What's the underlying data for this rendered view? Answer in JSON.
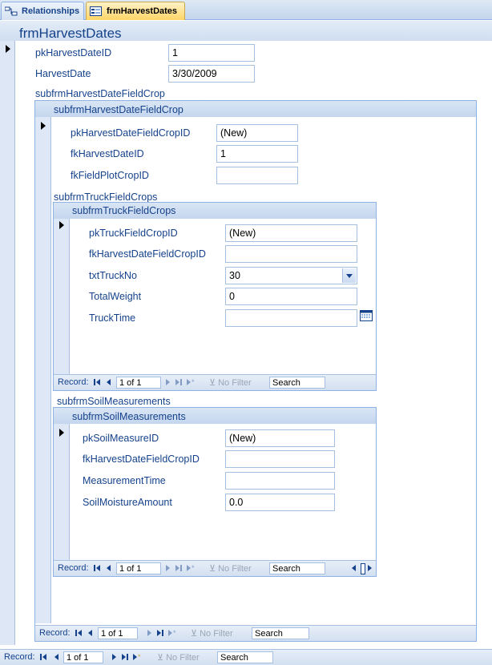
{
  "tabs": [
    {
      "label": "Relationships"
    },
    {
      "label": "frmHarvestDates"
    }
  ],
  "form": {
    "title": "frmHarvestDates",
    "fields": [
      {
        "label": "pkHarvestDateID",
        "value": "1"
      },
      {
        "label": "HarvestDate",
        "value": "3/30/2009"
      }
    ],
    "subform_caption": "subfrmHarvestDateFieldCrop"
  },
  "subfield_crop": {
    "title": "subfrmHarvestDateFieldCrop",
    "fields": [
      {
        "label": "pkHarvestDateFieldCropID",
        "value": "(New)"
      },
      {
        "label": "fkHarvestDateID",
        "value": "1"
      },
      {
        "label": "fkFieldPlotCropID",
        "value": ""
      }
    ],
    "truck_caption": "subfrmTruckFieldCrops",
    "soil_caption": "subfrmSoilMeasurements"
  },
  "truck": {
    "title": "subfrmTruckFieldCrops",
    "fields": [
      {
        "label": "pkTruckFieldCropID",
        "value": "(New)"
      },
      {
        "label": "fkHarvestDateFieldCropID",
        "value": ""
      },
      {
        "label": "txtTruckNo",
        "value": "30"
      },
      {
        "label": "TotalWeight",
        "value": "0"
      },
      {
        "label": "TruckTime",
        "value": ""
      }
    ]
  },
  "soil": {
    "title": "subfrmSoilMeasurements",
    "fields": [
      {
        "label": "pkSoilMeasureID",
        "value": "(New)"
      },
      {
        "label": "fkHarvestDateFieldCropID",
        "value": ""
      },
      {
        "label": "MeasurementTime",
        "value": ""
      },
      {
        "label": "SoilMoistureAmount",
        "value": "0.0"
      }
    ]
  },
  "nav": {
    "record_label": "Record:",
    "current_truck": "1 of 1",
    "current_soil": "1 of 1",
    "current_crop": "1 of 1",
    "current_main": "1 of 1",
    "no_filter": "No Filter",
    "search": "Search"
  },
  "colors": {
    "accent": "#15428b",
    "border": "#8db2e3",
    "active_tab": "#ffd466"
  }
}
